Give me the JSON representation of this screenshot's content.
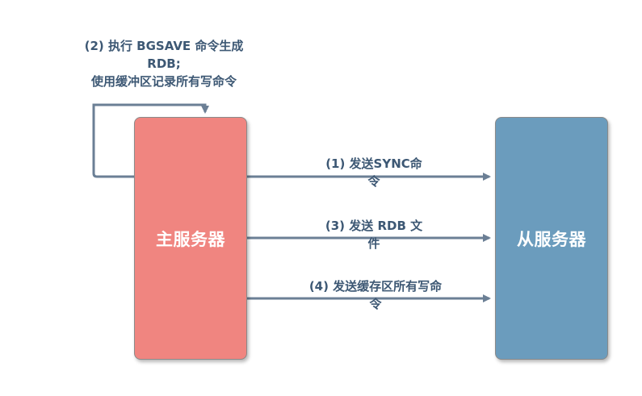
{
  "colors": {
    "master_fill": "#f08580",
    "slave_fill": "#6b9cbd",
    "arrow": "#6b7f95",
    "label_text": "#3d5874"
  },
  "nodes": {
    "master": {
      "label": "主服务器"
    },
    "slave": {
      "label": "从服务器"
    }
  },
  "steps": {
    "bgsave": {
      "line1": "(2) 执行 BGSAVE 命令生成",
      "line2": "RDB;",
      "line3": "使用缓冲区记录所有写命令"
    },
    "sync": {
      "line1": "(1) 发送SYNC命",
      "line2": "令"
    },
    "rdb": {
      "line1": "(3) 发送 RDB 文",
      "line2": "件"
    },
    "cmds": {
      "line1": "(4) 发送缓存区所有写命",
      "line2": "令"
    }
  }
}
